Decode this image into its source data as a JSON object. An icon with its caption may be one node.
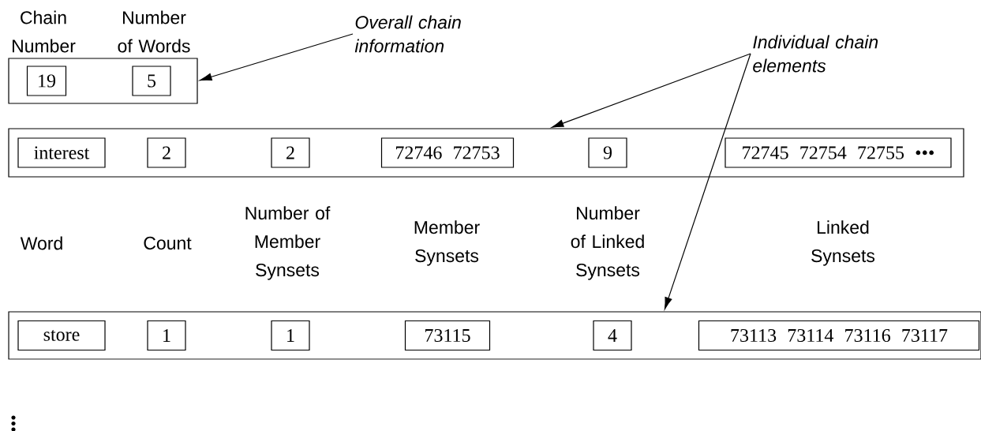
{
  "diagram": {
    "nodes": [
      {
        "text": [],
        "shape": "box"
      },
      {
        "text": [
          "19"
        ],
        "in": 0
      },
      {
        "text": [
          "5"
        ],
        "in": 0
      },
      {
        "text": [],
        "shape": "box"
      },
      {
        "text": [
          "interest"
        ],
        "in": 3
      },
      {
        "text": [
          "2"
        ],
        "in": 3
      },
      {
        "text": [
          "2"
        ],
        "in": 3
      },
      {
        "text": [
          "72746  72753"
        ],
        "in": 3
      },
      {
        "text": [
          "9"
        ],
        "in": 3
      },
      {
        "text": [
          "72745  72754  72755 •••"
        ],
        "in": 3
      },
      {
        "text": [],
        "shape": "box"
      },
      {
        "text": [
          "store"
        ],
        "in": 10
      },
      {
        "text": [
          "1"
        ],
        "in": 10
      },
      {
        "text": [
          "1"
        ],
        "in": 10
      },
      {
        "text": [
          "73115"
        ],
        "in": 10
      },
      {
        "text": [
          "4"
        ],
        "in": 10
      },
      {
        "text": [
          "73113  73114  73116  73117"
        ],
        "in": 10
      },
      {
        "text": [
          "Overall chain information"
        ]
      },
      {
        "text": [
          "Individual chain elements"
        ]
      }
    ],
    "edges": [
      {
        "from": 17,
        "to": 0,
        "arrow": "to"
      },
      {
        "from": 18,
        "to": 3,
        "arrow": "to"
      },
      {
        "from": 18,
        "to": 10,
        "arrow": "to"
      }
    ],
    "labels": [
      "Chain Number",
      "Number of Words",
      "Word",
      "Count",
      "Number of Member Synsets",
      "Member Synsets",
      "Number of Linked Synsets",
      "Linked Synsets"
    ]
  }
}
